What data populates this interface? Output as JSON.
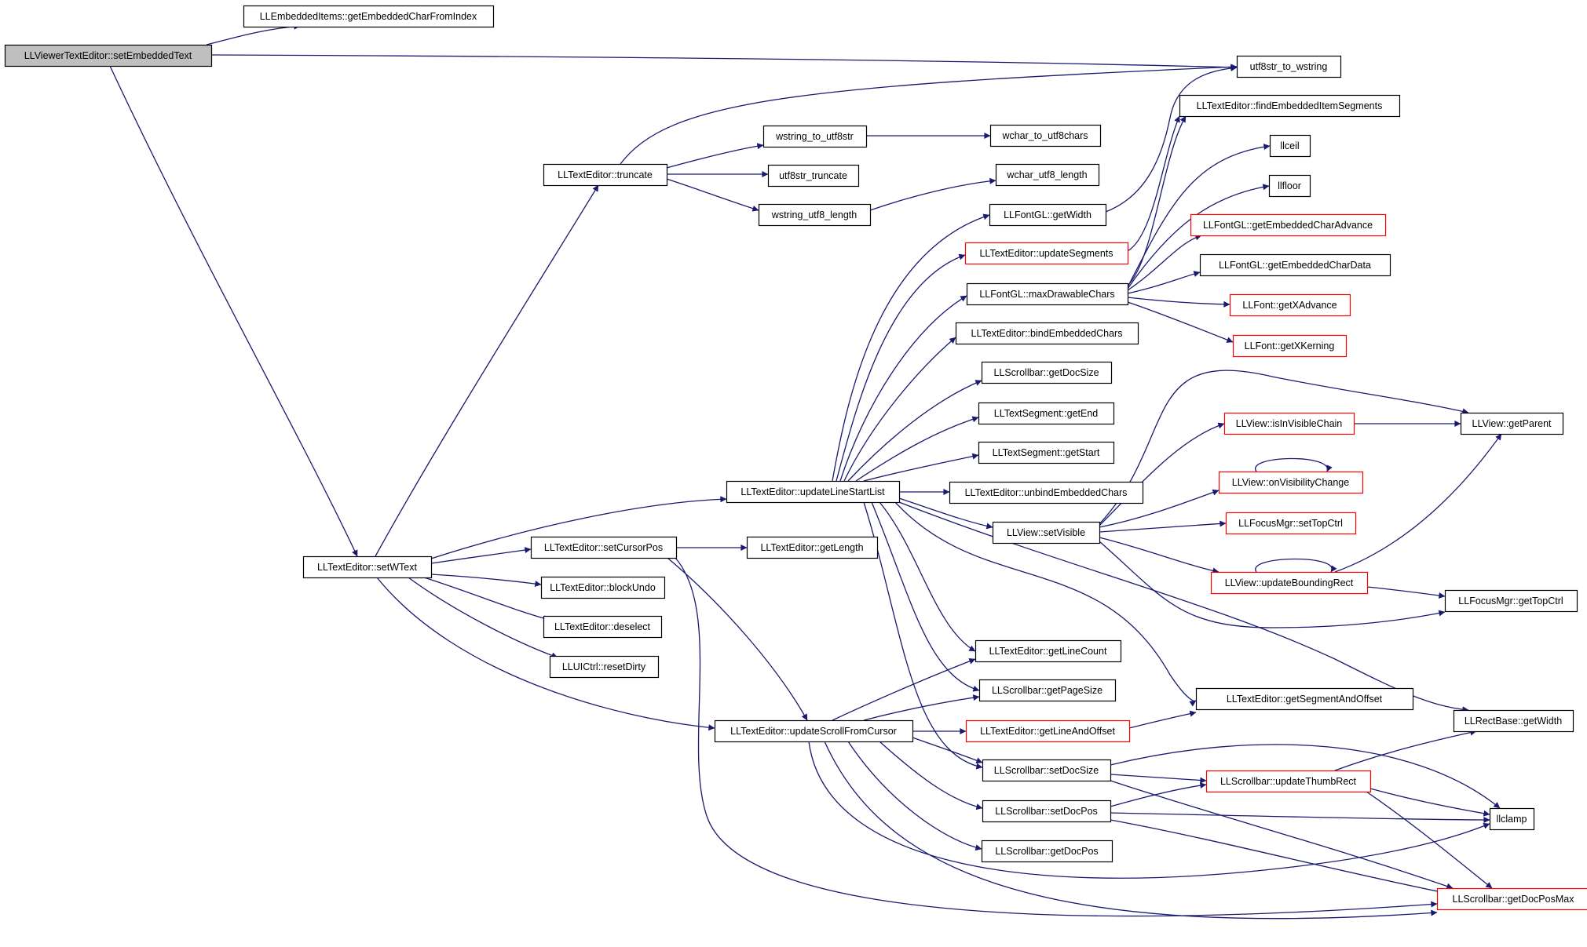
{
  "colors": {
    "edge": "#191970",
    "normal_border": "#000000",
    "truncated_border": "#ff0000",
    "root_fill": "#bfbfbf",
    "node_fill": "#ffffff"
  },
  "nodes": [
    {
      "id": "root",
      "label": "LLViewerTextEditor::setEmbeddedText",
      "style": "root"
    },
    {
      "id": "getEmbeddedCharFromIndex",
      "label": "LLEmbeddedItems::getEmbeddedCharFromIndex",
      "style": "normal"
    },
    {
      "id": "utf8str_to_wstring",
      "label": "utf8str_to_wstring",
      "style": "normal"
    },
    {
      "id": "findEmbeddedItemSegments",
      "label": "LLTextEditor::findEmbeddedItemSegments",
      "style": "normal"
    },
    {
      "id": "wstring_to_utf8str",
      "label": "wstring_to_utf8str",
      "style": "normal"
    },
    {
      "id": "wchar_to_utf8chars",
      "label": "wchar_to_utf8chars",
      "style": "normal"
    },
    {
      "id": "llceil",
      "label": "llceil",
      "style": "normal"
    },
    {
      "id": "truncate",
      "label": "LLTextEditor::truncate",
      "style": "normal"
    },
    {
      "id": "utf8str_truncate",
      "label": "utf8str_truncate",
      "style": "normal"
    },
    {
      "id": "wchar_utf8_length",
      "label": "wchar_utf8_length",
      "style": "normal"
    },
    {
      "id": "llfloor",
      "label": "llfloor",
      "style": "normal"
    },
    {
      "id": "wstring_utf8_length",
      "label": "wstring_utf8_length",
      "style": "normal"
    },
    {
      "id": "getWidth_font",
      "label": "LLFontGL::getWidth",
      "style": "normal"
    },
    {
      "id": "getEmbeddedCharAdvance",
      "label": "LLFontGL::getEmbeddedCharAdvance",
      "style": "truncated"
    },
    {
      "id": "updateSegments",
      "label": "LLTextEditor::updateSegments",
      "style": "truncated"
    },
    {
      "id": "getEmbeddedCharData",
      "label": "LLFontGL::getEmbeddedCharData",
      "style": "normal"
    },
    {
      "id": "maxDrawableChars",
      "label": "LLFontGL::maxDrawableChars",
      "style": "normal"
    },
    {
      "id": "getXAdvance",
      "label": "LLFont::getXAdvance",
      "style": "truncated"
    },
    {
      "id": "bindEmbeddedChars",
      "label": "LLTextEditor::bindEmbeddedChars",
      "style": "normal"
    },
    {
      "id": "getXKerning",
      "label": "LLFont::getXKerning",
      "style": "truncated"
    },
    {
      "id": "getDocSize_top",
      "label": "LLScrollbar::getDocSize",
      "style": "normal"
    },
    {
      "id": "getEnd",
      "label": "LLTextSegment::getEnd",
      "style": "normal"
    },
    {
      "id": "isInVisibleChain",
      "label": "LLView::isInVisibleChain",
      "style": "truncated"
    },
    {
      "id": "getParent",
      "label": "LLView::getParent",
      "style": "normal"
    },
    {
      "id": "getStart",
      "label": "LLTextSegment::getStart",
      "style": "normal"
    },
    {
      "id": "onVisibilityChange",
      "label": "LLView::onVisibilityChange",
      "style": "truncated"
    },
    {
      "id": "updateLineStartList",
      "label": "LLTextEditor::updateLineStartList",
      "style": "normal"
    },
    {
      "id": "unbindEmbeddedChars",
      "label": "LLTextEditor::unbindEmbeddedChars",
      "style": "normal"
    },
    {
      "id": "setVisible",
      "label": "LLView::setVisible",
      "style": "normal"
    },
    {
      "id": "setTopCtrl",
      "label": "LLFocusMgr::setTopCtrl",
      "style": "truncated"
    },
    {
      "id": "setCursorPos",
      "label": "LLTextEditor::setCursorPos",
      "style": "normal"
    },
    {
      "id": "getLength",
      "label": "LLTextEditor::getLength",
      "style": "normal"
    },
    {
      "id": "setWText",
      "label": "LLTextEditor::setWText",
      "style": "normal"
    },
    {
      "id": "blockUndo",
      "label": "LLTextEditor::blockUndo",
      "style": "normal"
    },
    {
      "id": "updateBoundingRect",
      "label": "LLView::updateBoundingRect",
      "style": "truncated"
    },
    {
      "id": "getTopCtrl",
      "label": "LLFocusMgr::getTopCtrl",
      "style": "normal"
    },
    {
      "id": "deselect",
      "label": "LLTextEditor::deselect",
      "style": "normal"
    },
    {
      "id": "getLineCount",
      "label": "LLTextEditor::getLineCount",
      "style": "normal"
    },
    {
      "id": "resetDirty",
      "label": "LLUICtrl::resetDirty",
      "style": "normal"
    },
    {
      "id": "getPageSize",
      "label": "LLScrollbar::getPageSize",
      "style": "normal"
    },
    {
      "id": "getSegmentAndOffset",
      "label": "LLTextEditor::getSegmentAndOffset",
      "style": "normal"
    },
    {
      "id": "updateScrollFromCursor",
      "label": "LLTextEditor::updateScrollFromCursor",
      "style": "normal"
    },
    {
      "id": "getLineAndOffset",
      "label": "LLTextEditor::getLineAndOffset",
      "style": "truncated"
    },
    {
      "id": "getWidth_rect",
      "label": "LLRectBase::getWidth",
      "style": "normal"
    },
    {
      "id": "setDocSize",
      "label": "LLScrollbar::setDocSize",
      "style": "normal"
    },
    {
      "id": "updateThumbRect",
      "label": "LLScrollbar::updateThumbRect",
      "style": "truncated"
    },
    {
      "id": "setDocPos",
      "label": "LLScrollbar::setDocPos",
      "style": "normal"
    },
    {
      "id": "llclamp",
      "label": "llclamp",
      "style": "normal"
    },
    {
      "id": "getDocPos",
      "label": "LLScrollbar::getDocPos",
      "style": "normal"
    },
    {
      "id": "getDocPosMax",
      "label": "LLScrollbar::getDocPosMax",
      "style": "truncated"
    }
  ]
}
